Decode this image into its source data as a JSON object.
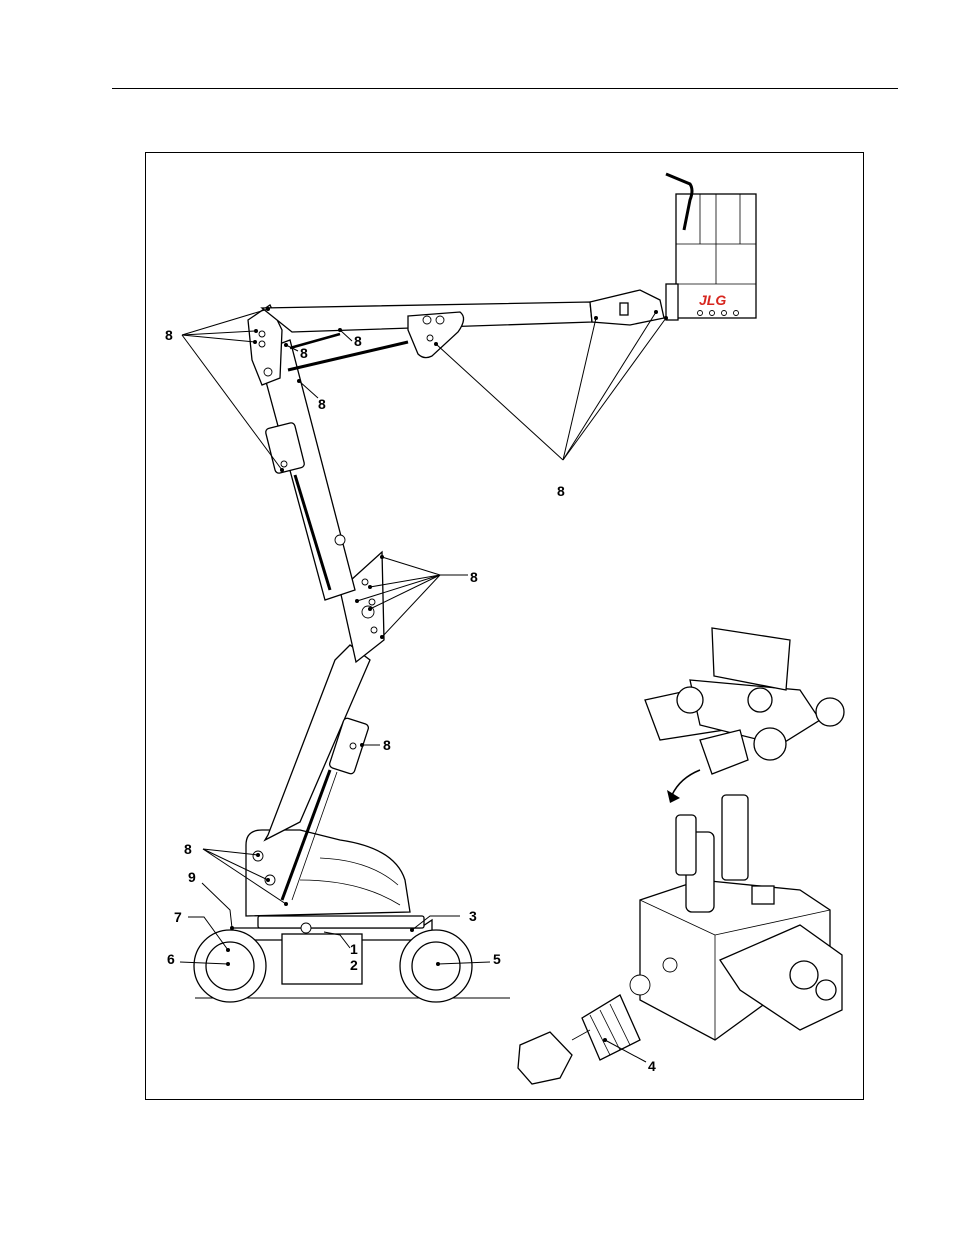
{
  "figure": {
    "brand_logo": "JLG",
    "callouts": {
      "c1": "1",
      "c2": "2",
      "c3": "3",
      "c4": "4",
      "c5": "5",
      "c6": "6",
      "c7": "7",
      "c8": "8",
      "c9": "9"
    }
  },
  "colors": {
    "line": "#000000",
    "logo_red": "#d7261e",
    "background": "#ffffff"
  }
}
